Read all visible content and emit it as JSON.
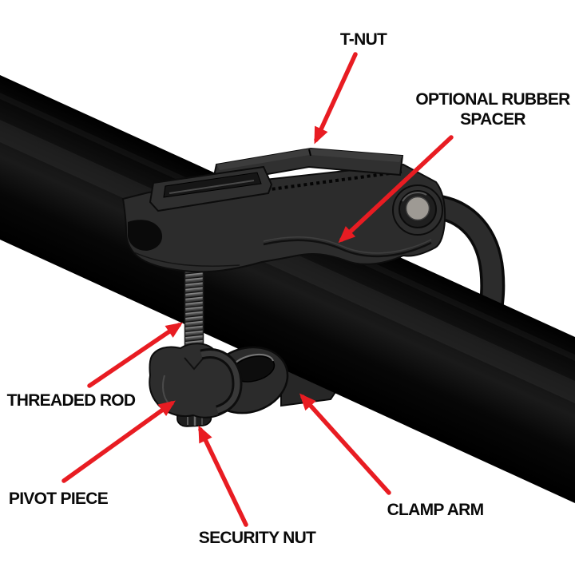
{
  "figure": {
    "type": "labeled-parts-diagram",
    "subject": "Clamp assembly mounted on a black crossbar with red callout arrows"
  },
  "labels": {
    "t_nut": "T-NUT",
    "optional_rubber_line1": "OPTIONAL RUBBER",
    "optional_rubber_line2": "SPACER",
    "threaded_rod": "THREADED ROD",
    "pivot_piece": "PIVOT PIECE",
    "security_nut": "SECURITY NUT",
    "clamp_arm": "CLAMP ARM"
  },
  "callouts": [
    {
      "label": "T-NUT",
      "points_to": "t-nut plate on top of clamp body"
    },
    {
      "label": "OPTIONAL RUBBER SPACER",
      "points_to": "wavy spacer under clamp body"
    },
    {
      "label": "THREADED ROD",
      "points_to": "threaded rod between body and pivot piece"
    },
    {
      "label": "PIVOT PIECE",
      "points_to": "rounded pivot piece at base of rod"
    },
    {
      "label": "SECURITY NUT",
      "points_to": "small nut under pivot piece"
    },
    {
      "label": "CLAMP ARM",
      "points_to": "curved arm wrapping around the crossbar"
    }
  ],
  "colors": {
    "arrow_red": "#e81c22",
    "label_text": "#0a0a0a",
    "part_charcoal": "#2c2c2c",
    "bar_black": "#030303",
    "pin_gray": "#9e9a94"
  }
}
